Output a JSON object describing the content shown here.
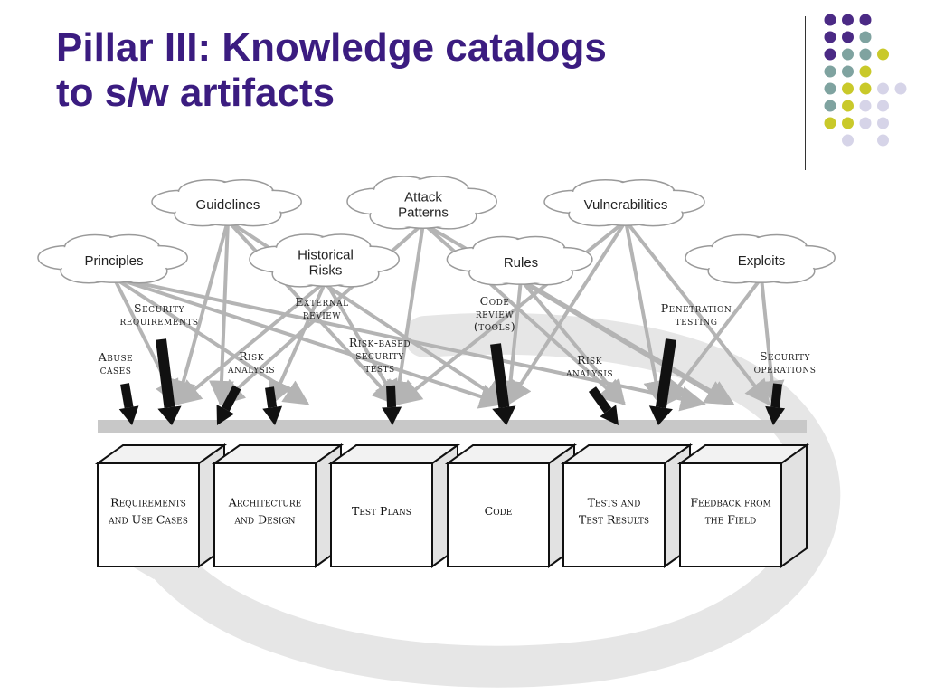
{
  "slide": {
    "title_line1": "Pillar III: Knowledge catalogs",
    "title_line2": "to s/w artifacts"
  },
  "colors": {
    "title": "#3b1c80",
    "dot_purple": "#4b2a85",
    "dot_teal": "#7fa3a0",
    "dot_yellow": "#c9c92a",
    "dot_lavender": "#d6d4e8",
    "band": "#c8c8c8",
    "knowledge_arrow": "#b4b4b4",
    "activity_arrow": "#111111"
  },
  "decor": {
    "dot_grid": [
      [
        "purple",
        "purple",
        "purple",
        "",
        ""
      ],
      [
        "purple",
        "purple",
        "teal",
        "",
        ""
      ],
      [
        "purple",
        "teal",
        "teal",
        "yellow",
        ""
      ],
      [
        "teal",
        "teal",
        "yellow",
        "",
        ""
      ],
      [
        "teal",
        "yellow",
        "yellow",
        "lavender",
        "lavender"
      ],
      [
        "teal",
        "yellow",
        "lavender",
        "lavender",
        ""
      ],
      [
        "yellow",
        "yellow",
        "lavender",
        "lavender",
        ""
      ],
      [
        "",
        "lavender",
        "",
        "lavender",
        ""
      ]
    ]
  },
  "diagram": {
    "knowledge": [
      {
        "label": [
          "Guidelines"
        ]
      },
      {
        "label": [
          "Attack",
          "Patterns"
        ]
      },
      {
        "label": [
          "Vulnerabilities"
        ]
      },
      {
        "label": [
          "Principles"
        ]
      },
      {
        "label": [
          "Historical",
          "Risks"
        ]
      },
      {
        "label": [
          "Rules"
        ]
      },
      {
        "label": [
          "Exploits"
        ]
      }
    ],
    "activities": [
      {
        "label": [
          "Security",
          "requirements"
        ]
      },
      {
        "label": [
          "Abuse",
          "cases"
        ]
      },
      {
        "label": [
          "External",
          "review"
        ]
      },
      {
        "label": [
          "Risk",
          "analysis"
        ]
      },
      {
        "label": [
          "Risk-based",
          "security",
          "tests"
        ]
      },
      {
        "label": [
          "Code",
          "review",
          "(tools)"
        ]
      },
      {
        "label": [
          "Risk",
          "analysis"
        ]
      },
      {
        "label": [
          "Penetration",
          "testing"
        ]
      },
      {
        "label": [
          "Security",
          "operations"
        ]
      }
    ],
    "artifacts": [
      {
        "label": [
          "Requirements",
          "and Use Cases"
        ]
      },
      {
        "label": [
          "Architecture",
          "and Design"
        ]
      },
      {
        "label": [
          "Test Plans"
        ]
      },
      {
        "label": [
          "Code"
        ]
      },
      {
        "label": [
          "Tests and",
          "Test Results"
        ]
      },
      {
        "label": [
          "Feedback from",
          "the Field"
        ]
      }
    ]
  }
}
